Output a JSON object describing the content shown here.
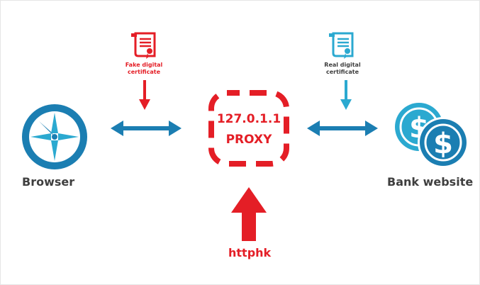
{
  "colors": {
    "red": "#e41e26",
    "blue": "#1b7eb2",
    "teal": "#2ba9d0",
    "label": "#3f3f3f"
  },
  "browser": {
    "icon": "compass-icon",
    "label": "Browser"
  },
  "fake_certificate": {
    "icon": "certificate-icon",
    "caption_line1": "Fake digital",
    "caption_line2": "certificate"
  },
  "proxy": {
    "ip": "127.0.1.1",
    "label": "PROXY"
  },
  "real_certificate": {
    "icon": "certificate-icon",
    "caption_line1": "Real digital",
    "caption_line2": "certificate"
  },
  "bank": {
    "icon": "dollar-coins-icon",
    "label": "Bank website"
  },
  "tool": {
    "label": "httphk"
  }
}
